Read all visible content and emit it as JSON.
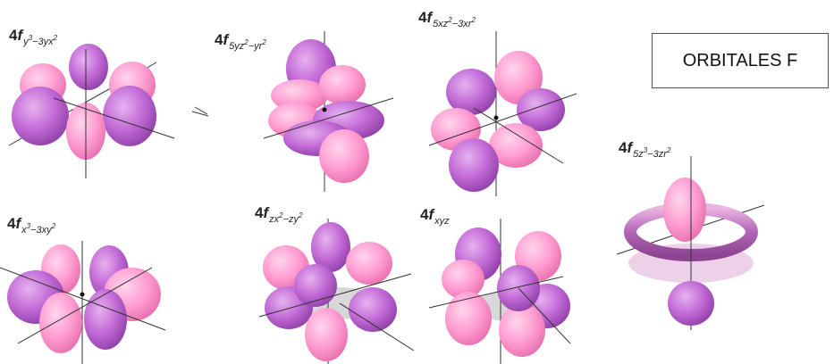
{
  "title_box": {
    "text": "ORBITALES F"
  },
  "orbitals": [
    {
      "id": "y3-3yx2",
      "prefix": "4",
      "f": "f",
      "sub": [
        [
          "y",
          "3"
        ],
        [
          "−3yx",
          "2"
        ]
      ]
    },
    {
      "id": "5yz2-yr2",
      "prefix": "4",
      "f": "f",
      "sub": [
        [
          "5yz",
          "2"
        ],
        [
          "−yr",
          "2"
        ]
      ]
    },
    {
      "id": "5xz2-3xr2",
      "prefix": "4",
      "f": "f",
      "sub": [
        [
          "5xz",
          "2"
        ],
        [
          "−3xr",
          "2"
        ]
      ]
    },
    {
      "id": "5z3-3zr2",
      "prefix": "4",
      "f": "f",
      "sub": [
        [
          "5z",
          "3"
        ],
        [
          "−3zr",
          "2"
        ]
      ]
    },
    {
      "id": "x3-3xy2",
      "prefix": "4",
      "f": "f",
      "sub": [
        [
          "x",
          "3"
        ],
        [
          "−3xy",
          "2"
        ]
      ]
    },
    {
      "id": "zx2-zy2",
      "prefix": "4",
      "f": "f",
      "sub": [
        [
          "zx",
          "2"
        ],
        [
          "−zy",
          "2"
        ]
      ]
    },
    {
      "id": "xyz",
      "prefix": "4",
      "f": "f",
      "sub": [
        [
          "xyz",
          ""
        ]
      ]
    }
  ],
  "colors": {
    "pink": "#ff9ed2",
    "pink_dark": "#e86fae",
    "purple": "#c26ad6",
    "purple_dark": "#9040a8",
    "axis": "#333333"
  }
}
